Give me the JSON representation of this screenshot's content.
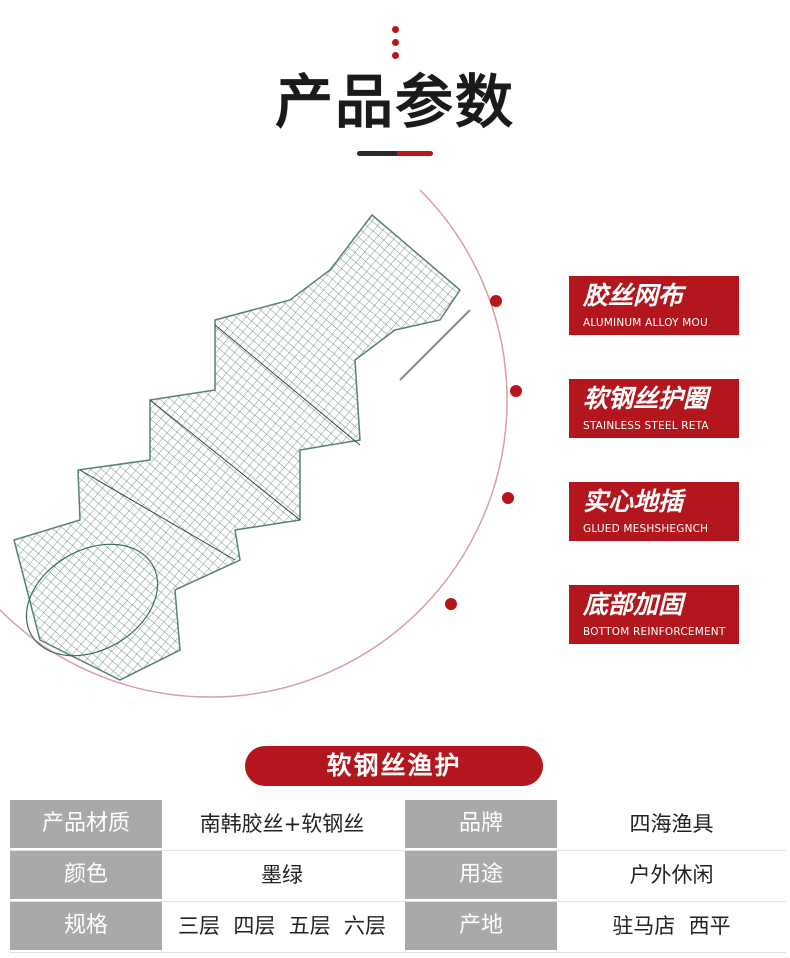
{
  "header": {
    "title": "产品参数"
  },
  "features": [
    {
      "cn": "胶丝网布",
      "en": "ALUMINUM ALLOY MOU"
    },
    {
      "cn": "软钢丝护圈",
      "en": "STAINLESS STEEL RETA"
    },
    {
      "cn": "实心地插",
      "en": "GLUED MESHSHEGNCH"
    },
    {
      "cn": "底部加固",
      "en": "BOTTOM REINFORCEMENT"
    }
  ],
  "product_name": "软钢丝渔护",
  "specs": [
    {
      "label1": "产品材质",
      "value1": "南韩胶丝+软钢丝",
      "label2": "品牌",
      "value2": "四海渔具"
    },
    {
      "label1": "颜色",
      "value1": "墨绿",
      "label2": "用途",
      "value2": "户外休闲"
    },
    {
      "label1": "规格",
      "value1": "三层  四层  五层  六层",
      "label2": "产地",
      "value2": "驻马店  西平"
    }
  ],
  "colors": {
    "accent": "#b3161d",
    "label_bg": "#a9a9a9",
    "net": "#2f5a4f"
  }
}
